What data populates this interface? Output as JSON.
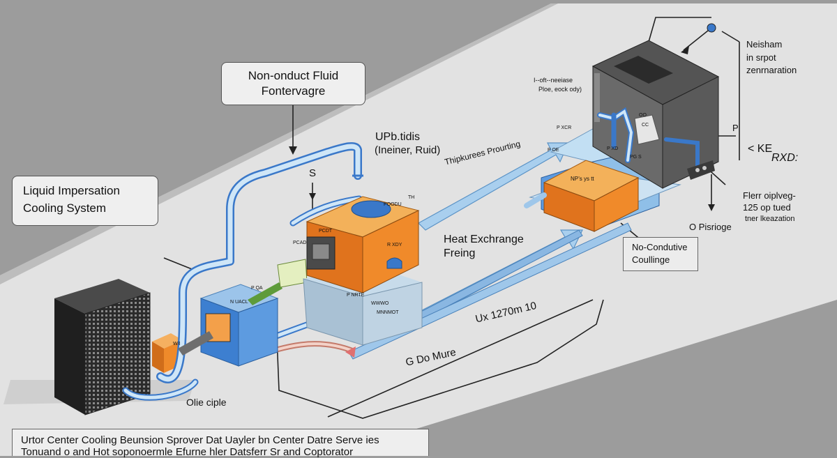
{
  "title_box": [
    "Non-onduct Fluid",
    "Fontervagre"
  ],
  "system_box": [
    "Liquid Impersation",
    "Cooling System"
  ],
  "nc_box": [
    "No-Condutive",
    "Coullinge"
  ],
  "footer": [
    "Urtor Center Cooling Beunsion Sprover  Dat Uayler  bn Center  Datre Serve ies",
    "Tonuand o and Hot soponoermle  Efurne  hler Datsferr  Sr and  Coptorator"
  ],
  "labels": {
    "upb_1": "UPb.tidis",
    "upb_2": "(Ineiner, Ruid)",
    "s_label": "S",
    "pressure": "Thipkurees Prourting",
    "heat_1": "Heat Exchrange",
    "heat_2": "Freing",
    "ux": "Ux 1270m 10",
    "godo": "G Do  Mure",
    "olie": "Olie ciple",
    "neisham_1": "Neisham",
    "neisham_2": "in srpot",
    "neisham_3": "zenrnaration",
    "top_small_1": "I--oft--neeiase",
    "top_small_2": "Ploe, eock ody)",
    "p_label": "P",
    "ke": "< KE",
    "rxd": "RXD:",
    "flerr_1": "Flerr oiplveg-",
    "flerr_2": "125 op tued",
    "flerr_3": "tner lkeazation",
    "o_pis": "O Pisrioge",
    "tag_np": "NP’s ys tt",
    "tag_p_xcr": "P XCR",
    "tag_poe": "P OE",
    "tag_p_xd": "P XD",
    "tag_rxdy": "R XDY",
    "tag_poodu": "POODU",
    "tag_pcdt": "PCDT",
    "tag_p_nrte": "P NRTE",
    "tag_wwwo": "WWWO",
    "tag_mnm": "MNNMOT",
    "tag_pqa": "P QA",
    "tag_th": "TH",
    "tag_pcad": "PCAD",
    "tag_nuacl": "N UACL",
    "tag_waa": "W/I",
    "tag_oo": "OO",
    "tag_cc": "CC",
    "tag_pgs": "PG S"
  }
}
